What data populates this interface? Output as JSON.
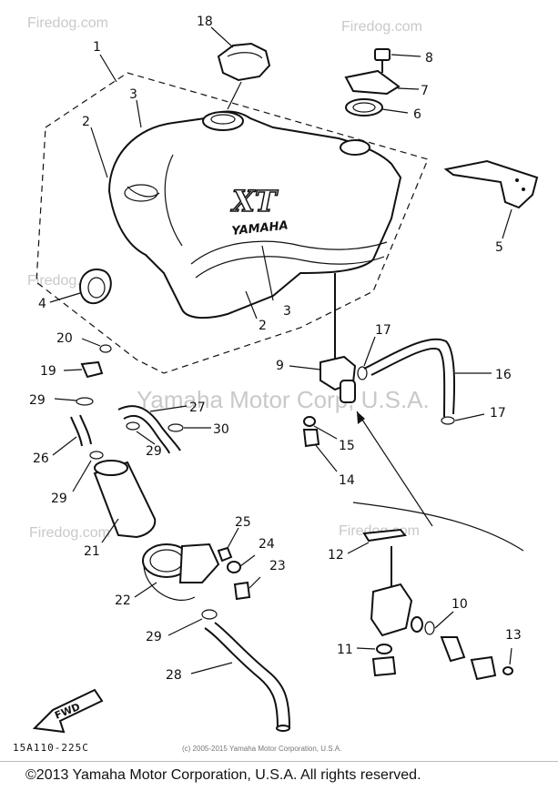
{
  "watermark": {
    "site": "Firedog.com",
    "corp": "Yamaha Motor Corp, U.S.A.",
    "copy": "©"
  },
  "tank": {
    "badge_main": "XT",
    "badge_brand": "YAMAHA"
  },
  "fwd_label": "FWD",
  "diagram_code": "15A110-225C",
  "inner_copyright": "(c) 2005-2015 Yamaha Motor Corporation, U.S.A.",
  "footer_text": "©2013 Yamaha Motor Corporation, U.S.A. All rights reserved.",
  "callouts": {
    "c1": "1",
    "c2a": "2",
    "c2b": "2",
    "c3a": "3",
    "c3b": "3",
    "c4": "4",
    "c5": "5",
    "c6": "6",
    "c7": "7",
    "c8": "8",
    "c9": "9",
    "c10": "10",
    "c11": "11",
    "c12": "12",
    "c13": "13",
    "c14": "14",
    "c15": "15",
    "c16": "16",
    "c17a": "17",
    "c17b": "17",
    "c18": "18",
    "c19": "19",
    "c20": "20",
    "c21": "21",
    "c22": "22",
    "c23": "23",
    "c24": "24",
    "c25": "25",
    "c26": "26",
    "c27": "27",
    "c28": "28",
    "c29a": "29",
    "c29b": "29",
    "c29c": "29",
    "c29d": "29",
    "c30": "30"
  }
}
